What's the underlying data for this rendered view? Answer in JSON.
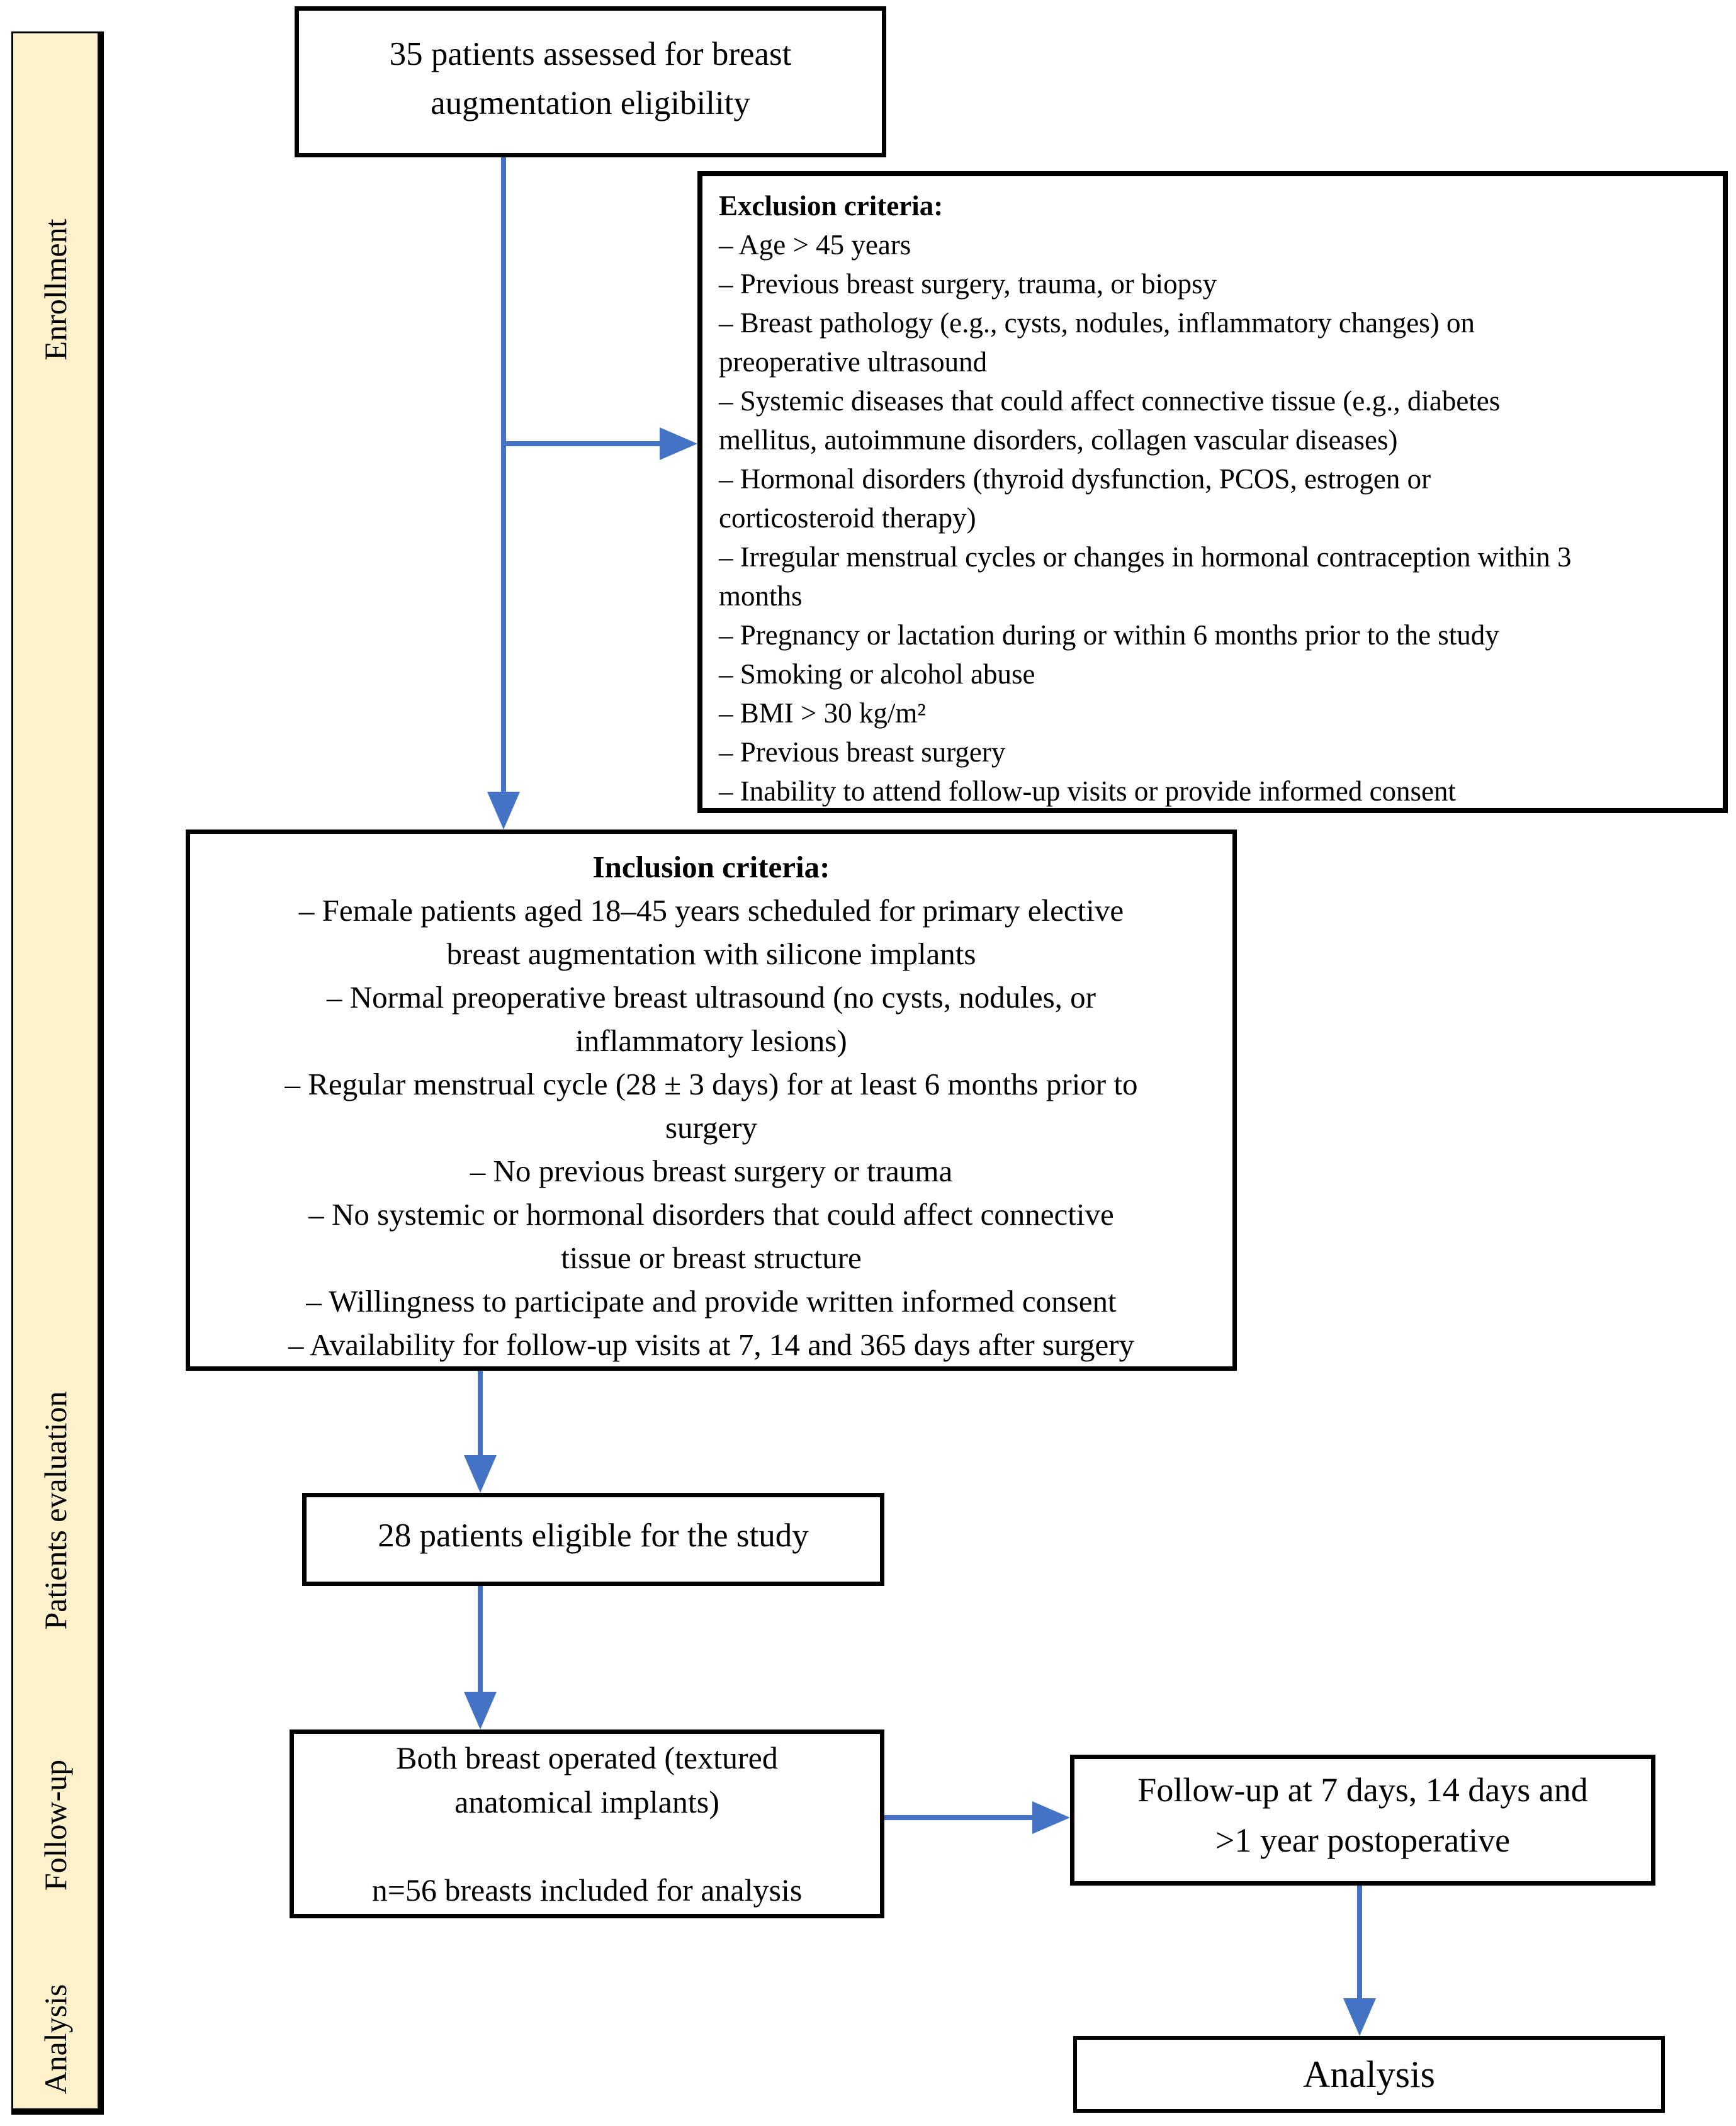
{
  "diagram": {
    "colors": {
      "background": "#FFFFFF",
      "box_border": "#000000",
      "text": "#000000",
      "arrow_blue": "#4472C4",
      "sidebar_fill": "#FDF1CC"
    },
    "sidebar": {
      "labels": [
        "Enrollment",
        "Patients evaluation",
        "Follow-up",
        "Analysis"
      ]
    },
    "boxes": {
      "assessed": {
        "lines": [
          "35 patients assessed for breast",
          "augmentation eligibility"
        ]
      },
      "exclusion": {
        "title": "Exclusion criteria:",
        "lines": [
          "– Age > 45 years",
          "– Previous breast surgery, trauma, or biopsy",
          "– Breast pathology (e.g., cysts, nodules, inflammatory changes) on",
          "preoperative ultrasound",
          "– Systemic diseases that could affect connective tissue (e.g., diabetes",
          "mellitus, autoimmune disorders, collagen vascular diseases)",
          "– Hormonal disorders (thyroid dysfunction, PCOS, estrogen or",
          "corticosteroid therapy)",
          "– Irregular menstrual cycles or changes in hormonal contraception within 3",
          "months",
          "– Pregnancy or lactation during or within 6 months prior to the study",
          "– Smoking or alcohol abuse",
          "– BMI > 30 kg/m²",
          "– Previous breast surgery",
          "– Inability to attend follow-up visits or provide informed consent"
        ]
      },
      "inclusion": {
        "title": "Inclusion criteria:",
        "lines": [
          "– Female patients aged 18–45 years scheduled for primary elective",
          "breast augmentation with silicone implants",
          "– Normal preoperative breast ultrasound (no cysts, nodules, or",
          "inflammatory lesions)",
          "– Regular menstrual cycle (28 ± 3 days) for at least 6 months prior to",
          "surgery",
          "– No previous breast surgery or trauma",
          "– No systemic or hormonal disorders that could affect connective",
          "tissue or breast structure",
          "– Willingness to participate and provide written informed consent",
          "– Availability for follow-up visits at 7, 14 and 365 days after surgery"
        ]
      },
      "eligible": {
        "text": "28 patients eligible for the study"
      },
      "operated": {
        "lines": [
          "Both breast operated (textured",
          "anatomical implants)",
          "",
          "n=56 breasts included for analysis"
        ]
      },
      "followup": {
        "lines": [
          "Follow-up at 7 days, 14 days and",
          ">1 year postoperative"
        ]
      },
      "analysis": {
        "text": "Analysis"
      }
    }
  }
}
